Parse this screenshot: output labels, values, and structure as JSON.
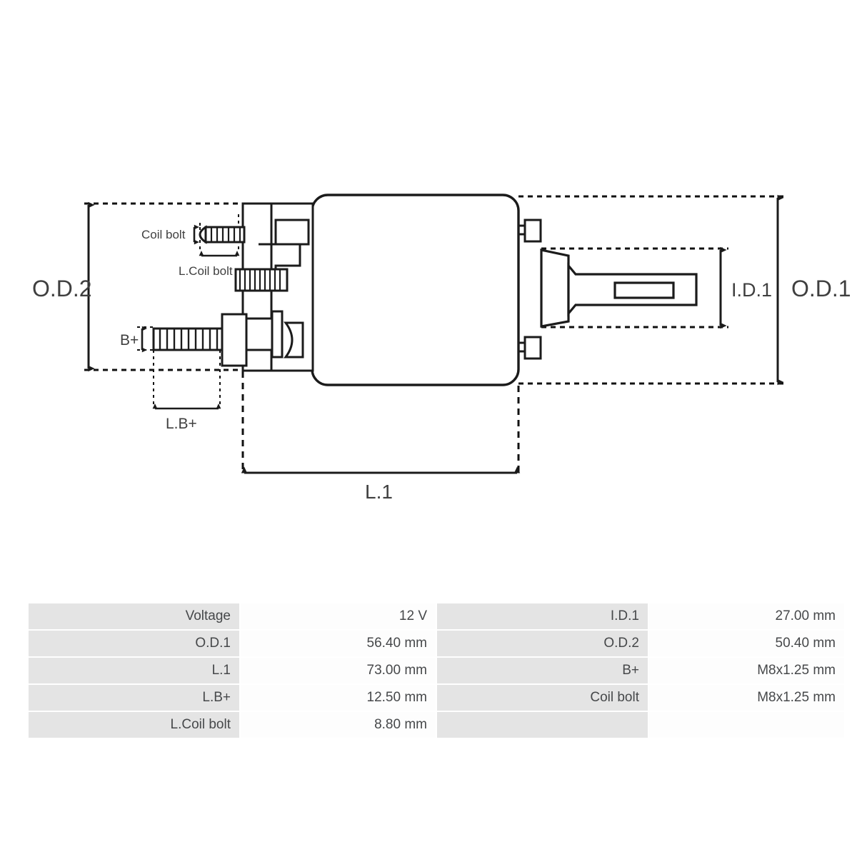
{
  "drawing": {
    "title": "starter-solenoid-dimensional-drawing",
    "line_color": "#1b1b1b",
    "dash_color": "#111111",
    "label_color": "#3f3f3f",
    "labels": {
      "od2": "O.D.2",
      "od1": "O.D.1",
      "id1": "I.D.1",
      "l1": "L.1",
      "lbplus": "L.B+",
      "bplus": "B+",
      "coil_bolt": "Coil bolt",
      "l_coil_bolt": "L.Coil bolt"
    }
  },
  "spec_table": {
    "rows": [
      {
        "left_label": "Voltage",
        "left_value": "12 V",
        "right_label": "I.D.1",
        "right_value": "27.00 mm"
      },
      {
        "left_label": "O.D.1",
        "left_value": "56.40 mm",
        "right_label": "O.D.2",
        "right_value": "50.40 mm"
      },
      {
        "left_label": "L.1",
        "left_value": "73.00 mm",
        "right_label": "B+",
        "right_value": "M8x1.25 mm"
      },
      {
        "left_label": "L.B+",
        "left_value": "12.50 mm",
        "right_label": "Coil bolt",
        "right_value": "M8x1.25 mm"
      },
      {
        "left_label": "L.Coil bolt",
        "left_value": "8.80 mm",
        "right_label": "",
        "right_value": ""
      }
    ]
  }
}
